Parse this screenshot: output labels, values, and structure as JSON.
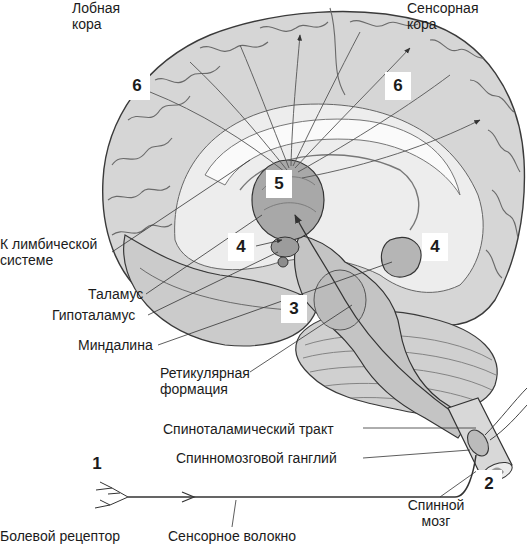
{
  "diagram": {
    "labels": [
      "Лобная кора",
      "Сенсорная кора",
      "6",
      "6",
      "5",
      "К лимбической системе",
      "4",
      "4",
      "Таламус",
      "Гипоталамус",
      "3",
      "Миндалина",
      "Ретикулярная формация",
      "Спиноталамический тракт",
      "1",
      "Спинномозговой ганглий",
      "2",
      "Спинной мозг",
      "Болевой рецептор",
      "Сенсорное волокно"
    ]
  }
}
